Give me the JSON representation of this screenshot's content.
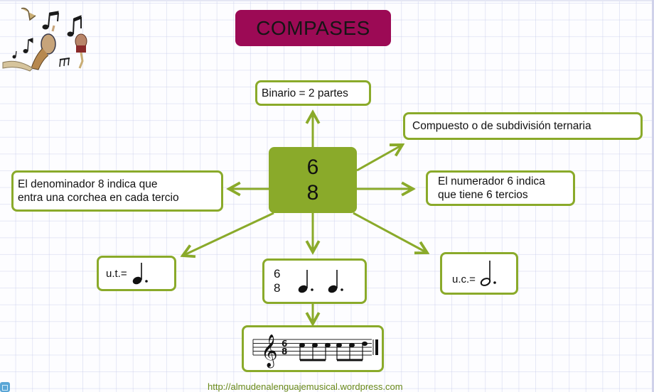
{
  "title": "COMPASES",
  "colors": {
    "title_bg": "#9c0a55",
    "accent_green": "#8aaa2a",
    "url_green": "#6a8a1a",
    "grid": "#d0d4ec"
  },
  "center": {
    "numerator": "6",
    "denominator": "8"
  },
  "nodes": {
    "binario": "Binario = 2 partes",
    "compuesto": "Compuesto o de subdivisión ternaria",
    "denominador": {
      "line1": "El denominador 8 indica que",
      "line2": "entra una corchea en cada tercio"
    },
    "numerador": {
      "line1": "El numerador 6 indica",
      "line2": "que tiene 6 tercios"
    },
    "ut": {
      "label": "u.t.=",
      "note": "dotted-quarter-note"
    },
    "uc": {
      "label": "u.c.=",
      "note": "dotted-half-note"
    },
    "example": {
      "numerator": "6",
      "denominator": "8",
      "notes": [
        "dotted-quarter-note",
        "dotted-quarter-note"
      ]
    },
    "staff": {
      "clef": "treble-clef",
      "time_signature": "6/8",
      "notes": [
        "eighth-note",
        "eighth-note",
        "eighth-note",
        "eighth-note",
        "eighth-note",
        "eighth-note"
      ],
      "ending": "final-barline"
    }
  },
  "decoration": "dancing-musicians-with-notes-illustration",
  "footer": {
    "url": "http://almudenalenguajemusical.wordpress.com"
  }
}
